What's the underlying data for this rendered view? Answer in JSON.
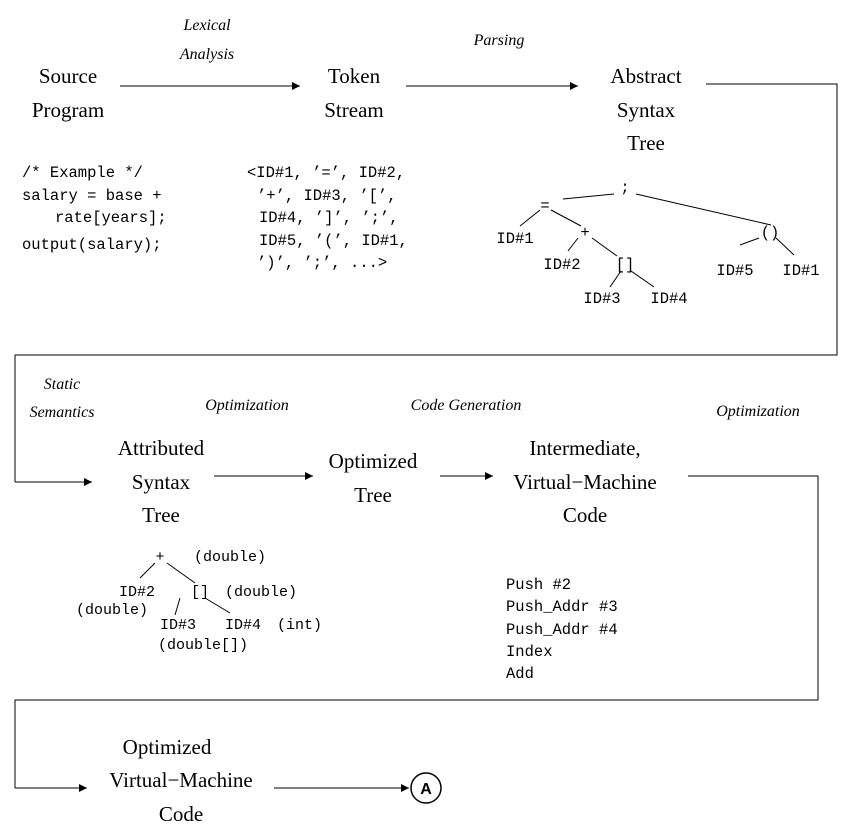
{
  "stages": {
    "source": [
      "Source",
      "Program"
    ],
    "token": [
      "Token",
      "Stream"
    ],
    "ast": [
      "Abstract",
      "Syntax",
      "Tree"
    ],
    "attributed": [
      "Attributed",
      "Syntax",
      "Tree"
    ],
    "optimized_tree": [
      "Optimized",
      "Tree"
    ],
    "intermediate": [
      "Intermediate,",
      "Virtual−Machine",
      "Code"
    ],
    "optimized_vm": [
      "Optimized",
      "Virtual−Machine",
      "Code"
    ]
  },
  "phases": {
    "lexical": [
      "Lexical",
      "Analysis"
    ],
    "parsing": "Parsing",
    "static": [
      "Static",
      "Semantics"
    ],
    "optimization1": "Optimization",
    "codegen": "Code Generation",
    "optimization2": "Optimization"
  },
  "source_code": [
    "/* Example */",
    "salary = base +",
    "rate[years];",
    "output(salary);"
  ],
  "token_stream": [
    "<ID#1, ’=’, ID#2,",
    "’+’, ID#3, ’[’,",
    "ID#4, ’]’, ’;’,",
    "ID#5, ’(’, ID#1,",
    "’)’, ’;’, ...>"
  ],
  "ast_nodes": {
    "semi": ";",
    "assign": "=",
    "id1": "ID#1",
    "plus": "+",
    "id2": "ID#2",
    "index": "[]",
    "id3": "ID#3",
    "id4": "ID#4",
    "call": "()",
    "id5": "ID#5",
    "id1b": "ID#1"
  },
  "attr_tree": {
    "plus": "+",
    "plus_type": "(double)",
    "id2": "ID#2",
    "id2_type": "(double)",
    "index": "[]",
    "index_type": "(double)",
    "id3": "ID#3",
    "id3_type": "(double[])",
    "id4": "ID#4",
    "id4_type": "(int)"
  },
  "vm_code": [
    "Push #2",
    "Push_Addr #3",
    "Push_Addr #4",
    "Index",
    "Add"
  ],
  "connector": "A"
}
